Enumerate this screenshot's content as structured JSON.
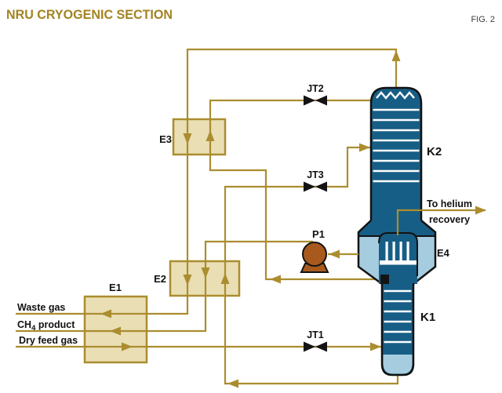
{
  "title": "NRU CRYOGENIC SECTION",
  "fig_label": "FIG. 2",
  "colors": {
    "pipe_gold": "#AB8D2F",
    "exchanger_fill": "#E9DEB4",
    "column_blue": "#175E86",
    "column_light_blue": "#A6CCE0",
    "pump_brown": "#A85A1E",
    "valve_black": "#141414",
    "title_gold": "#A38321"
  },
  "equipment": {
    "e1": "E1",
    "e2": "E2",
    "e3": "E3",
    "e4": "E4",
    "k1": "K1",
    "k2": "K2",
    "p1": "P1",
    "jt1": "JT1",
    "jt2": "JT2",
    "jt3": "JT3"
  },
  "streams": {
    "waste_gas": "Waste gas",
    "ch4_main": "CH",
    "ch4_sub": "4",
    "ch4_rest": " product",
    "dry_feed": "Dry feed gas",
    "helium_line1": "To helium",
    "helium_line2": "recovery"
  }
}
